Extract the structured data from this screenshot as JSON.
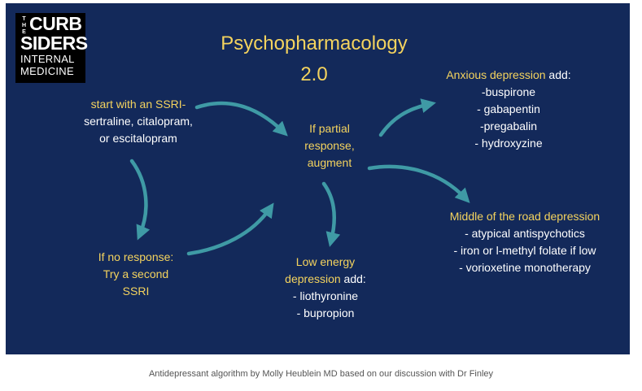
{
  "logo": {
    "the": [
      "T",
      "H",
      "E"
    ],
    "curb": "CURB",
    "siders": "SIDERS",
    "internal": "INTERNAL",
    "medicine": "MEDICINE"
  },
  "title": [
    "Psychopharmacology",
    "2.0"
  ],
  "start": {
    "line1": "start with an SSRI-",
    "line2": "sertraline, citalopram,",
    "line3": "or escitalopram"
  },
  "partial": [
    "If partial",
    "response,",
    "augment"
  ],
  "no_response": [
    "If no response:",
    "Try a second",
    "SSRI"
  ],
  "anxious": {
    "heading": "Anxious depression",
    "heading_suffix": " add:",
    "items": [
      "-buspirone",
      "- gabapentin",
      "-pregabalin",
      "- hydroxyzine"
    ]
  },
  "low_energy": {
    "heading_line1": "Low energy",
    "heading_line2": "depression",
    "heading_suffix": " add:",
    "items": [
      "- liothyronine",
      "- bupropion"
    ]
  },
  "middle": {
    "heading": "Middle of the road depression",
    "items": [
      "- atypical antispychotics",
      "- iron or l-methyl folate if low",
      "- vorioxetine monotherapy"
    ]
  },
  "caption": "Antidepressant algorithm by Molly Heublein MD based on our discussion with Dr Finley",
  "colors": {
    "background": "#13295a",
    "highlight": "#f4d35e",
    "arrow": "#3f9aa5"
  }
}
